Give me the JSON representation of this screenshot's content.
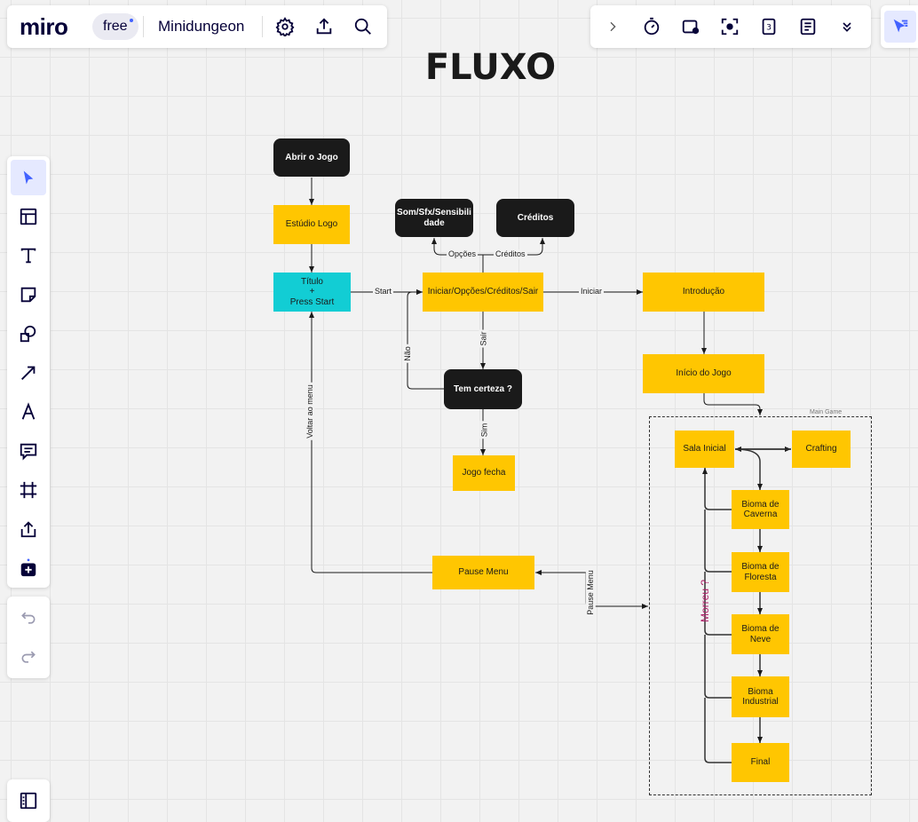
{
  "app": {
    "logo": "miro",
    "plan_badge": "free",
    "board_name": "Minidungeon"
  },
  "topbar": {
    "settings_icon": "gear-icon",
    "share_icon": "upload-icon",
    "search_icon": "search-icon"
  },
  "rightbar": {
    "tools": [
      "chevron-right-icon",
      "timer-icon",
      "video-icon",
      "focus-icon",
      "counter-3-icon",
      "notes-icon",
      "chevrons-down-icon"
    ],
    "cursor_tool": "cursor-filter-icon"
  },
  "left_toolbar": {
    "tools": [
      "select-icon",
      "templates-icon",
      "text-icon",
      "sticky-note-icon",
      "shapes-icon",
      "arrow-line-icon",
      "pen-icon",
      "comment-icon",
      "frame-icon",
      "upload-icon",
      "more-apps-icon"
    ],
    "undo_icon": "undo-icon",
    "redo_icon": "redo-icon",
    "panel_icon": "board-panel-icon"
  },
  "canvas": {
    "title": "FLUXO",
    "frame_title": "Main Game",
    "nodes": {
      "abrir": "Abrir o Jogo",
      "estudio": "Estúdio Logo",
      "titulo": "Título\n+\nPress Start",
      "som": "Som/Sfx/Sensibili dade",
      "creditos": "Créditos",
      "menu": "Iniciar/Opções/Créditos/Sair",
      "intro": "Introdução",
      "inicio": "Início do Jogo",
      "certeza": "Tem certeza ?",
      "fecha": "Jogo fecha",
      "pause": "Pause Menu",
      "sala": "Sala Inicial",
      "crafting": "Crafting",
      "caverna": "Bioma de Caverna",
      "floresta": "Bioma de Floresta",
      "neve": "Bioma de Neve",
      "industrial": "Bioma Industrial",
      "final": "Final"
    },
    "edge_labels": {
      "start": "Start",
      "iniciar": "Iniciar",
      "opcoes": "Opções",
      "creditos": "Créditos",
      "sair": "Sair",
      "nao": "Não",
      "sim": "Sim",
      "voltar": "Voltar ao menu",
      "pause": "Pause Menu",
      "morreu": "Morreu ?"
    }
  },
  "colors": {
    "yellow": "#ffc601",
    "black": "#1a1a1a",
    "cyan": "#12cdd4",
    "accent": "#4262ff",
    "morreu": "#b0226a"
  }
}
